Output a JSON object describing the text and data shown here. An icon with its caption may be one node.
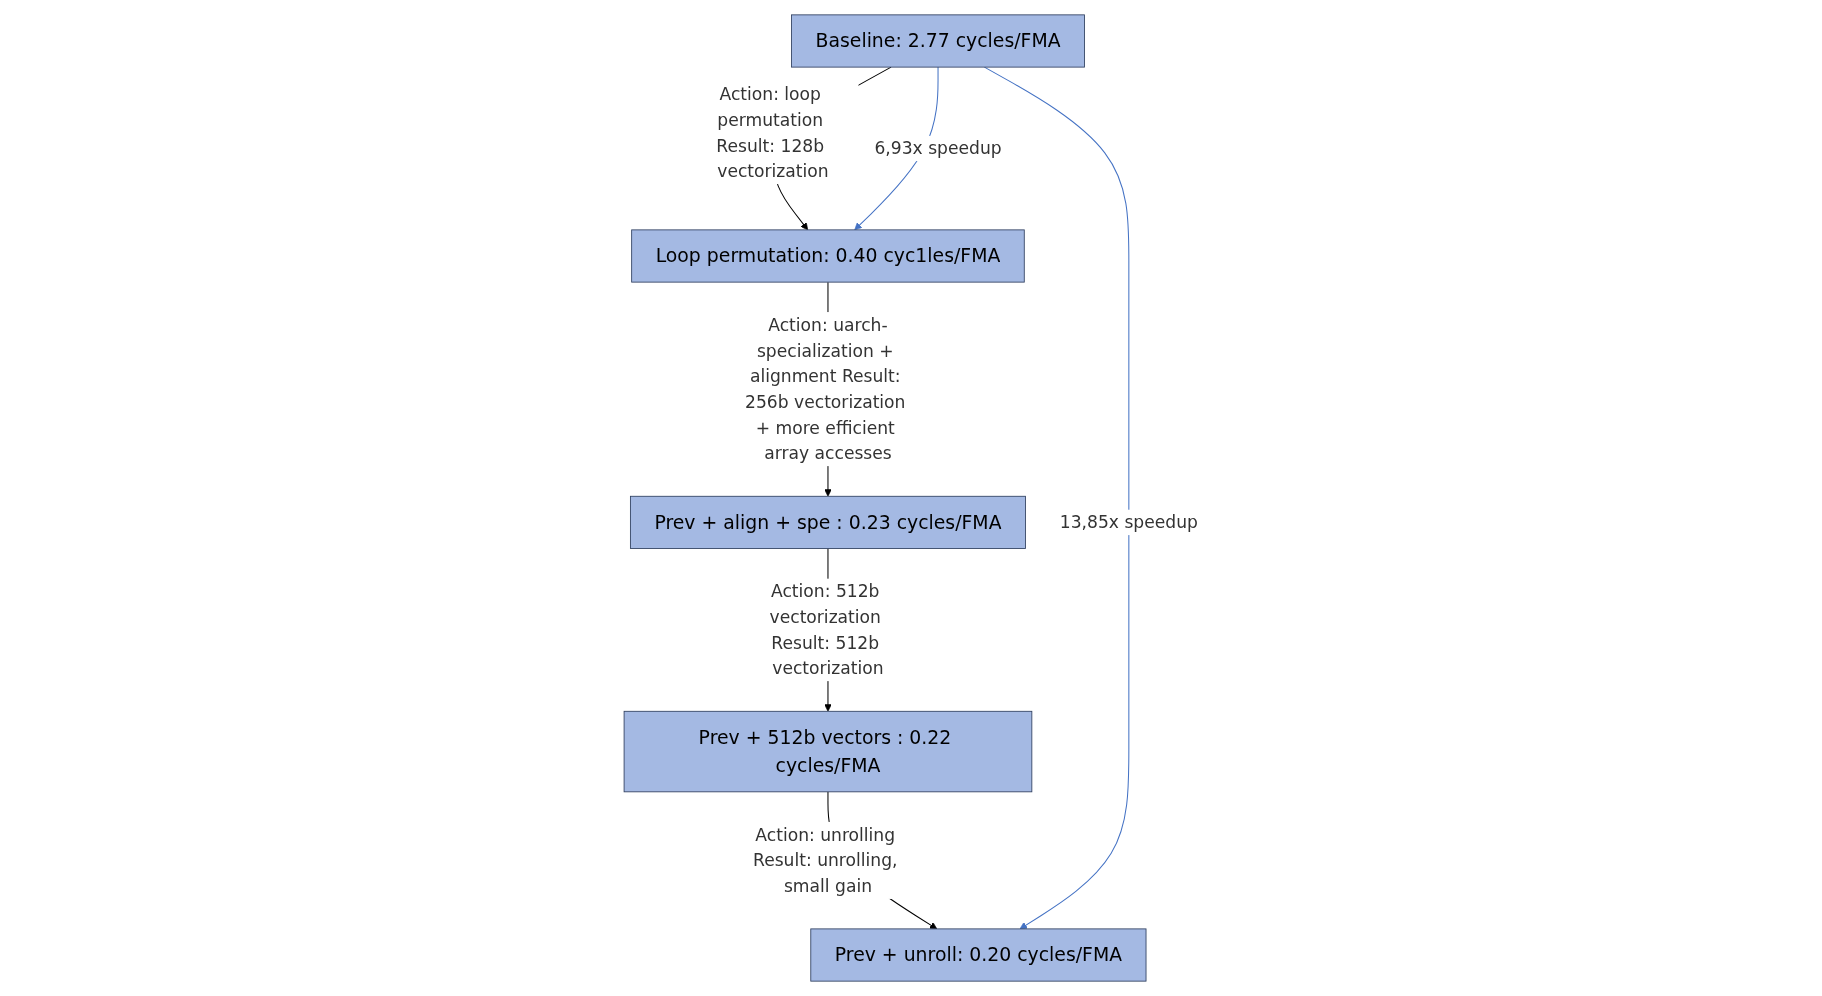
{
  "diagram": {
    "nodes": [
      {
        "text": [
          "Baseline: 2.77 cycles/FMA"
        ]
      },
      {
        "text": [
          "Loop permutation: 0.40 cyc1les/FMA"
        ]
      },
      {
        "text": [
          "Prev + align + spe : 0.23 cycles/FMA"
        ]
      },
      {
        "text": [
          "Prev + 512b vectors : 0.22 cycles/FMA"
        ]
      },
      {
        "text": [
          "Prev + unroll: 0.20 cycles/FMA"
        ]
      }
    ],
    "edges": [
      {
        "from": 0,
        "to": 1,
        "arrow": "to",
        "label": "Action: loop permutation Result: 128b vectorization"
      },
      {
        "from": 1,
        "to": 2,
        "arrow": "to",
        "label": "Action: uarch-specialization + alignment Result: 256b vectorization + more efficient array accesses"
      },
      {
        "from": 2,
        "to": 3,
        "arrow": "to",
        "label": "Action: 512b vectorization Result: 512b vectorization"
      },
      {
        "from": 3,
        "to": 4,
        "arrow": "to",
        "label": "Action: unrolling Result: unrolling, small gain"
      },
      {
        "from": 0,
        "to": 1,
        "arrow": "to",
        "label": "6,93x speedup",
        "color": "#4472c4"
      },
      {
        "from": 0,
        "to": 4,
        "arrow": "to",
        "label": "13,85x speedup",
        "color": "#4472c4"
      }
    ]
  }
}
